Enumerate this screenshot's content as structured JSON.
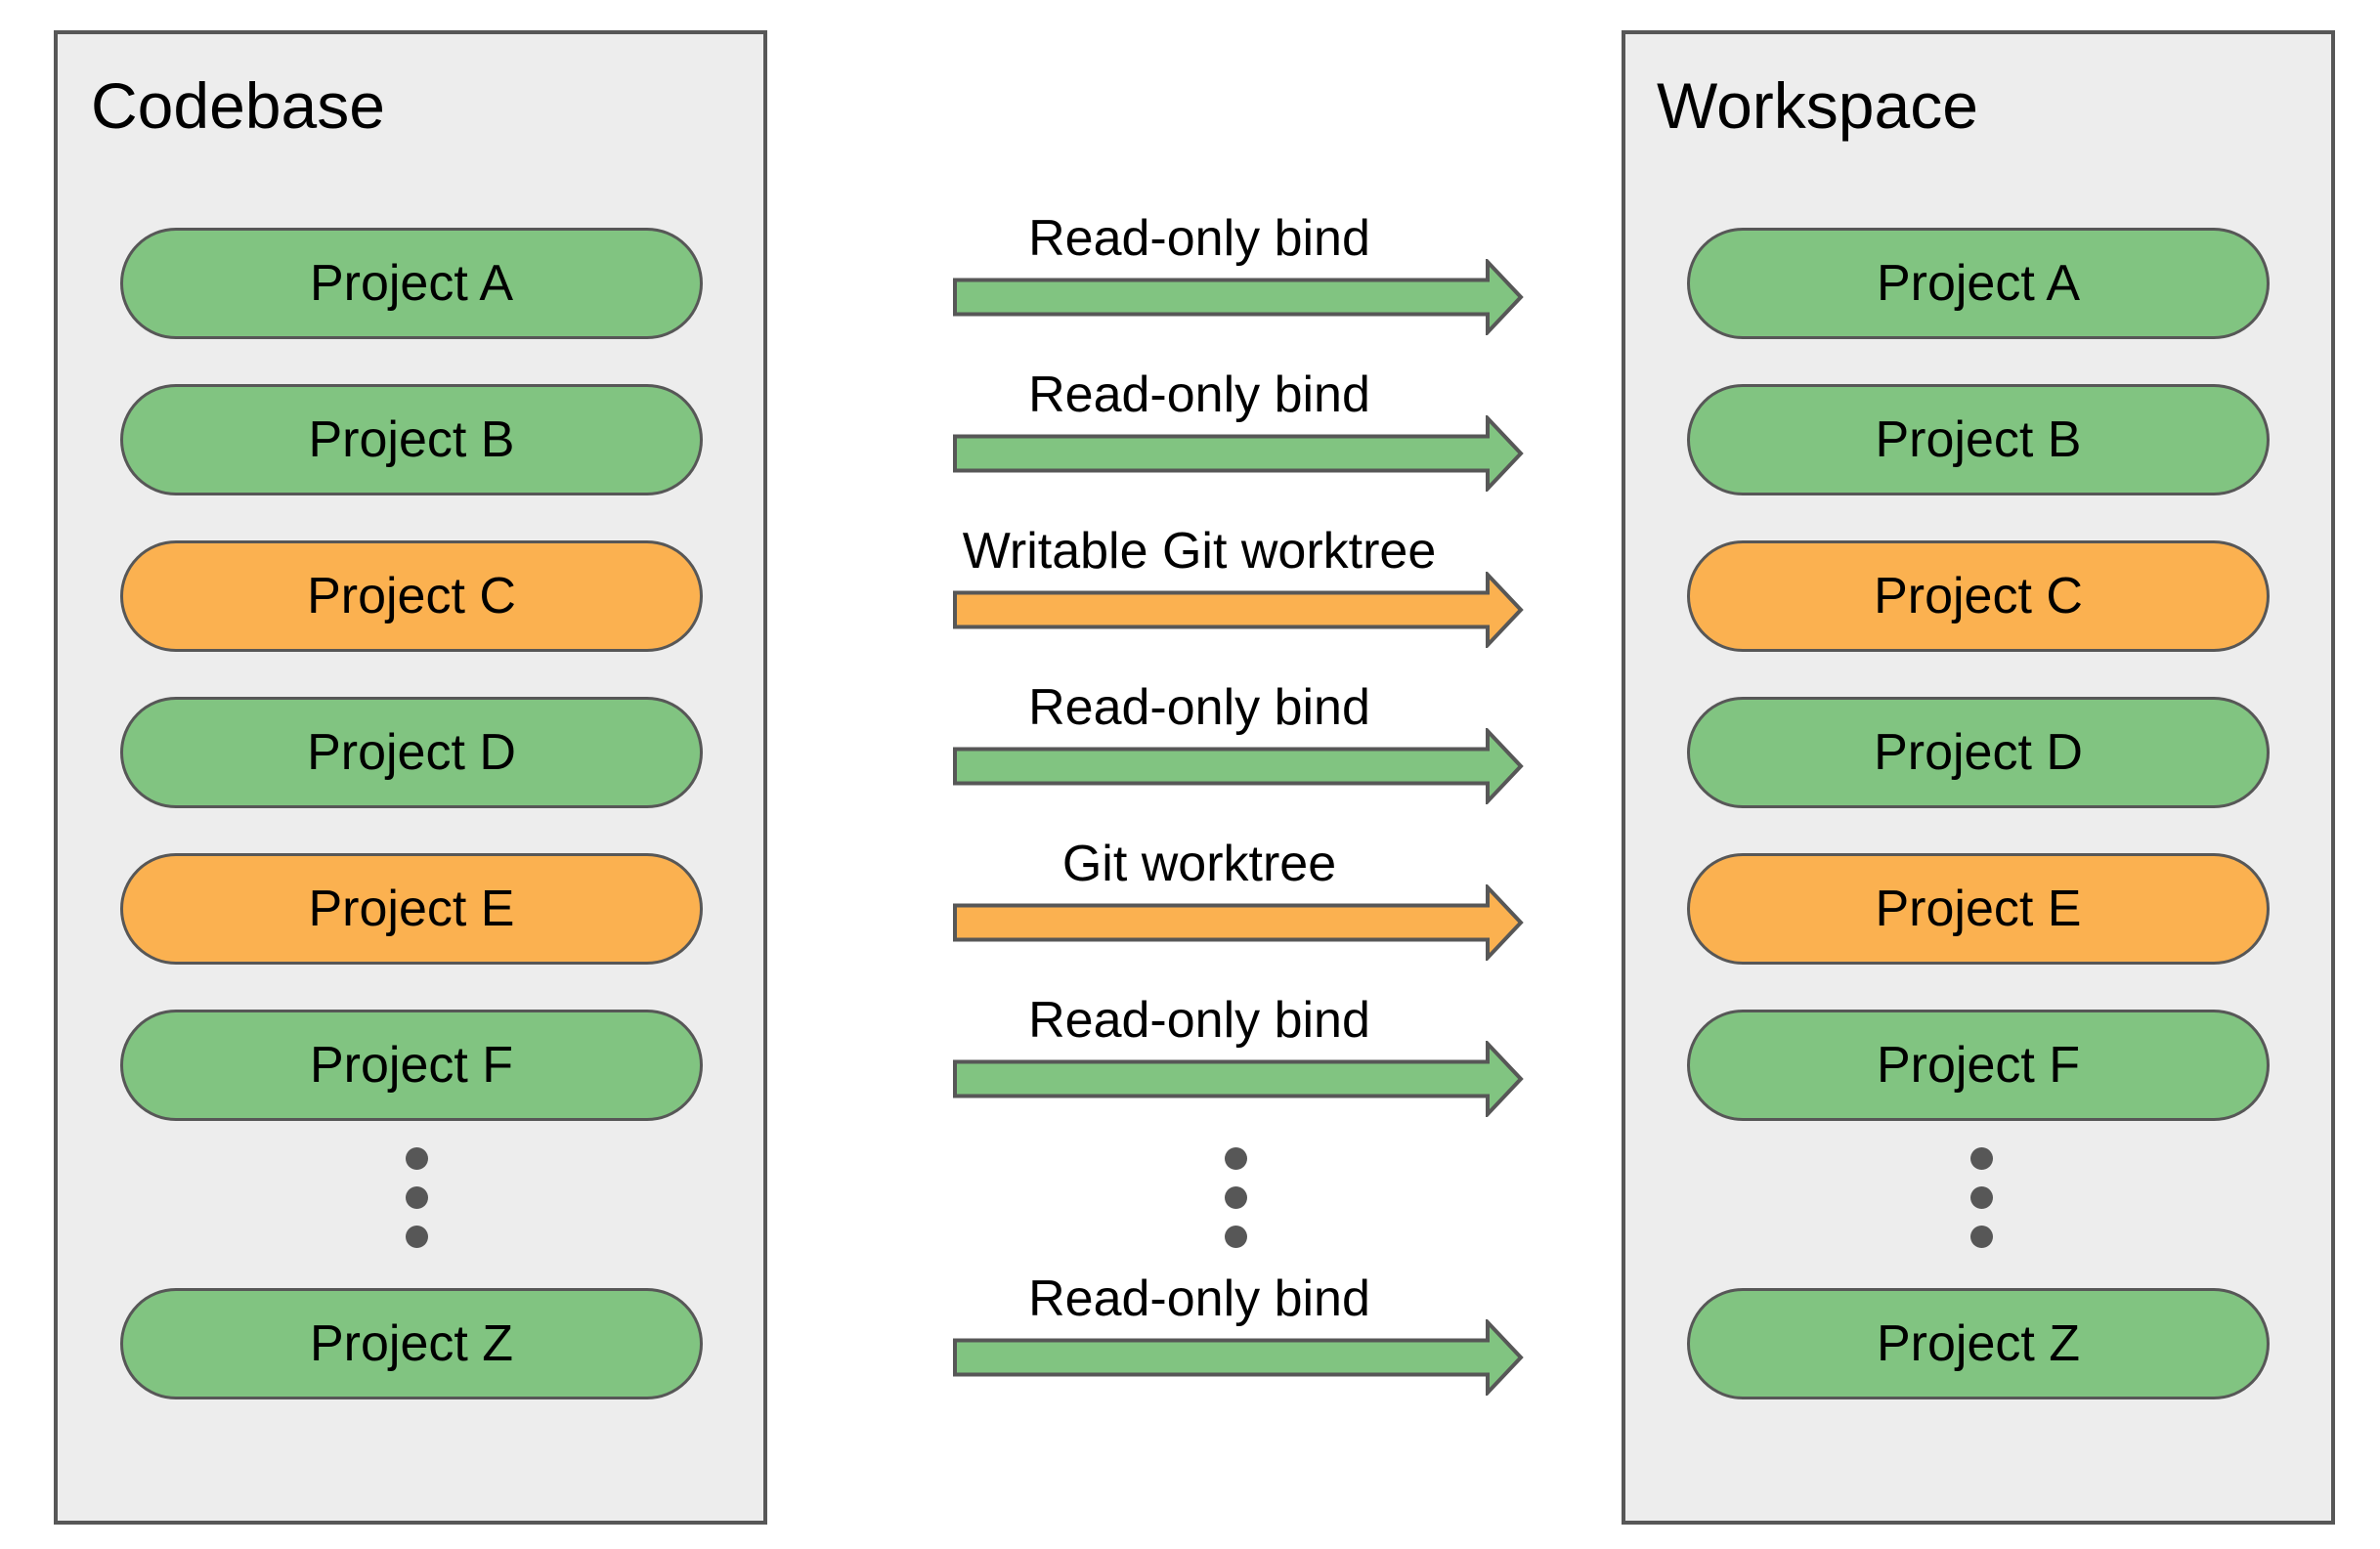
{
  "diagram": {
    "left_panel": {
      "title": "Codebase",
      "projects": [
        {
          "label": "Project A",
          "color": "#81C481"
        },
        {
          "label": "Project B",
          "color": "#81C481"
        },
        {
          "label": "Project C",
          "color": "#FBB150"
        },
        {
          "label": "Project D",
          "color": "#81C481"
        },
        {
          "label": "Project E",
          "color": "#FBB150"
        },
        {
          "label": "Project F",
          "color": "#81C481"
        },
        {
          "label": "Project Z",
          "color": "#81C481"
        }
      ]
    },
    "right_panel": {
      "title": "Workspace",
      "projects": [
        {
          "label": "Project A",
          "color": "#81C481"
        },
        {
          "label": "Project B",
          "color": "#81C481"
        },
        {
          "label": "Project C",
          "color": "#FBB150"
        },
        {
          "label": "Project D",
          "color": "#81C481"
        },
        {
          "label": "Project E",
          "color": "#FBB150"
        },
        {
          "label": "Project F",
          "color": "#81C481"
        },
        {
          "label": "Project Z",
          "color": "#81C481"
        }
      ]
    },
    "connections": [
      {
        "label": "Read-only bind",
        "color": "#81C481"
      },
      {
        "label": "Read-only bind",
        "color": "#81C481"
      },
      {
        "label": "Writable Git worktree",
        "color": "#FBB150"
      },
      {
        "label": "Read-only bind",
        "color": "#81C481"
      },
      {
        "label": "Git worktree",
        "color": "#FBB150"
      },
      {
        "label": "Read-only bind",
        "color": "#81C481"
      },
      {
        "label": "Read-only bind",
        "color": "#81C481"
      }
    ],
    "ellipsis_dot_count": 3,
    "colors": {
      "green": "#81C481",
      "orange": "#FBB150",
      "outline": "#575757",
      "panel_fill": "#EDEDED",
      "dot": "#575757",
      "background": "#FFFFFF",
      "text": "#000000"
    }
  }
}
